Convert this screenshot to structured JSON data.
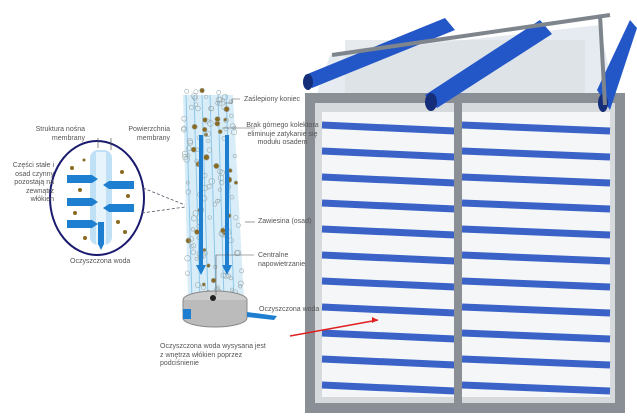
{
  "labels": {
    "support_structure": "Struktura nośna membrany",
    "membrane_surface": "Powierzchnia membrany",
    "solids_outside": "Części stałe i osad czynny pozostają na zewnątrz włókien",
    "clean_water_detail": "Oczyszczona woda",
    "sealed_end": "Zaślepiony koniec",
    "no_top_collector": "Brak górnego kolektora eliminuje zatykanie się modułu osadem",
    "suspension": "Zawiesina (osad)",
    "central_aeration": "Centralne napowietrzanie",
    "clean_water_out": "Oczyszczona woda",
    "vacuum_note": "Oczyszczona woda wysysana jest z wnętrza włókien poprzez podciśnienie"
  },
  "colors": {
    "accent_blue": "#1e7fd0",
    "frame": "#8a8f96",
    "circle": "#1a1a6e",
    "pointer": "#e02020"
  }
}
